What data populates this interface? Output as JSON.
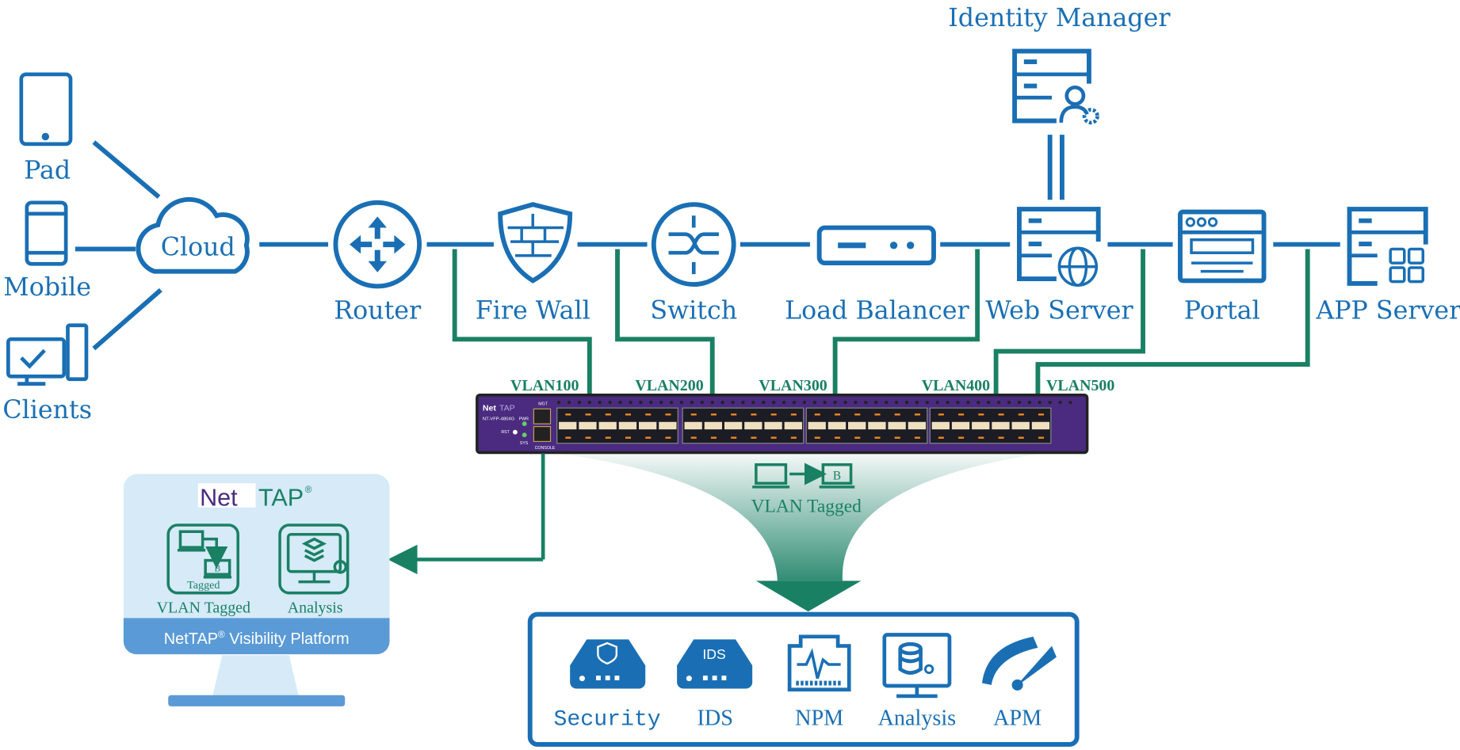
{
  "colors": {
    "blue": "#1a6fb4",
    "green": "#1a8064",
    "purple": "#4a2b80",
    "panel": "#d6eaf7",
    "panel_bar": "#5a9ad6"
  },
  "clients": [
    {
      "label": "Pad",
      "icon": "tablet-icon"
    },
    {
      "label": "Mobile",
      "icon": "mobile-icon"
    },
    {
      "label": "Clients",
      "icon": "desktop-check-icon"
    }
  ],
  "cloud": {
    "label": "Cloud"
  },
  "chain": [
    {
      "label": "Router",
      "icon": "router-icon"
    },
    {
      "label": "Fire Wall",
      "icon": "firewall-shield-icon"
    },
    {
      "label": "Switch",
      "icon": "switch-icon"
    },
    {
      "label": "Load Balancer",
      "icon": "load-balancer-icon"
    },
    {
      "label": "Web Server",
      "icon": "web-server-icon"
    },
    {
      "label": "Portal",
      "icon": "portal-browser-icon"
    },
    {
      "label": "APP Server",
      "icon": "app-server-icon"
    }
  ],
  "identity_manager": {
    "label": "Identity Manager",
    "icon": "identity-server-icon"
  },
  "vlans": [
    "VLAN100",
    "VLAN200",
    "VLAN300",
    "VLAN400",
    "VLAN500"
  ],
  "device": {
    "brand_a": "Net",
    "brand_b": "TAP",
    "model": "NT-VFP-4804G",
    "mgt": "MGT",
    "pwr": "PWR",
    "rst": "RST",
    "sys": "SYS",
    "console": "CONSOLE"
  },
  "tagged": {
    "badge": "B",
    "label": "VLAN Tagged"
  },
  "platform": {
    "logo_a": "Net",
    "logo_b": "TAP",
    "logo_reg": "®",
    "tiles": [
      {
        "label": "VLAN Tagged",
        "inner": "Tagged",
        "badge": "B"
      },
      {
        "label": "Analysis"
      }
    ],
    "bar_a": "NetTAP",
    "bar_reg": "®",
    "bar_b": " Visibility Platform"
  },
  "tools": [
    {
      "label": "Security",
      "icon": "security-appliance-icon"
    },
    {
      "label": "IDS",
      "icon": "ids-appliance-icon",
      "icon_text": "IDS"
    },
    {
      "label": "NPM",
      "icon": "npm-port-icon"
    },
    {
      "label": "Analysis",
      "icon": "database-monitor-icon"
    },
    {
      "label": "APM",
      "icon": "gauge-icon"
    }
  ]
}
